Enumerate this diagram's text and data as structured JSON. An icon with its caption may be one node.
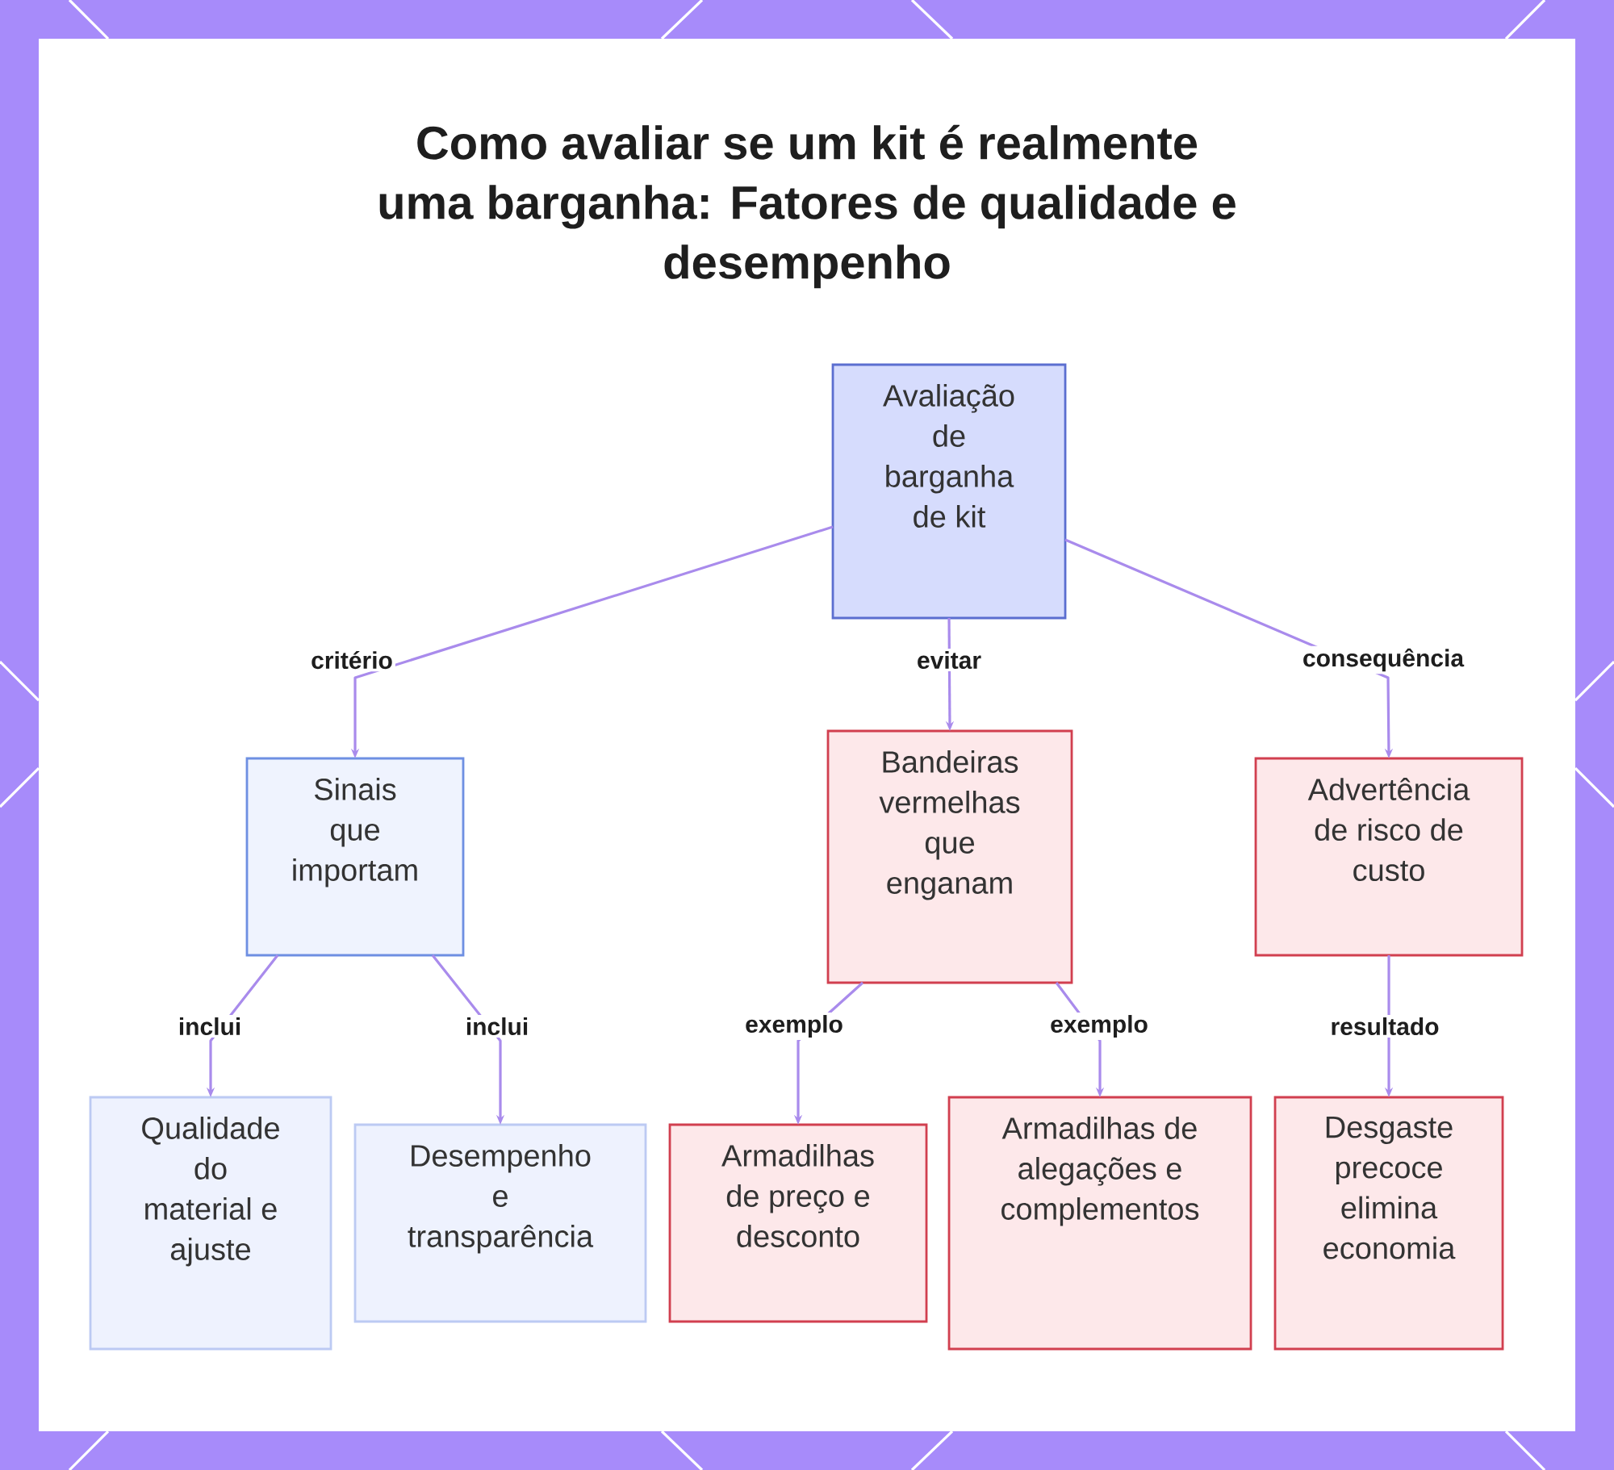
{
  "diagram": {
    "title": "Como avaliar se um kit é realmente uma barganha: Fatores de qualidade e desempenho",
    "nodes": [
      {
        "text": [
          "Avaliação de barganha de kit"
        ]
      },
      {
        "text": [
          "Sinais que importam"
        ]
      },
      {
        "text": [
          "Bandeiras vermelhas que enganam"
        ]
      },
      {
        "text": [
          "Advertência de risco de custo"
        ]
      },
      {
        "text": [
          "Qualidade do material e ajuste"
        ]
      },
      {
        "text": [
          "Desempenho e transparência"
        ]
      },
      {
        "text": [
          "Armadilhas de preço e desconto"
        ]
      },
      {
        "text": [
          "Armadilhas de alegações e complementos"
        ]
      },
      {
        "text": [
          "Desgaste precoce elimina economia"
        ]
      }
    ],
    "edges": [
      {
        "from": 0,
        "to": 1,
        "arrow": "to",
        "label": "critério"
      },
      {
        "from": 0,
        "to": 2,
        "arrow": "to",
        "label": "evitar"
      },
      {
        "from": 0,
        "to": 3,
        "arrow": "to",
        "label": "consequência"
      },
      {
        "from": 1,
        "to": 4,
        "arrow": "to",
        "label": "inclui"
      },
      {
        "from": 1,
        "to": 5,
        "arrow": "to",
        "label": "inclui"
      },
      {
        "from": 2,
        "to": 6,
        "arrow": "to",
        "label": "exemplo"
      },
      {
        "from": 2,
        "to": 7,
        "arrow": "to",
        "label": "exemplo"
      },
      {
        "from": 3,
        "to": 8,
        "arrow": "to",
        "label": "resultado"
      }
    ]
  }
}
